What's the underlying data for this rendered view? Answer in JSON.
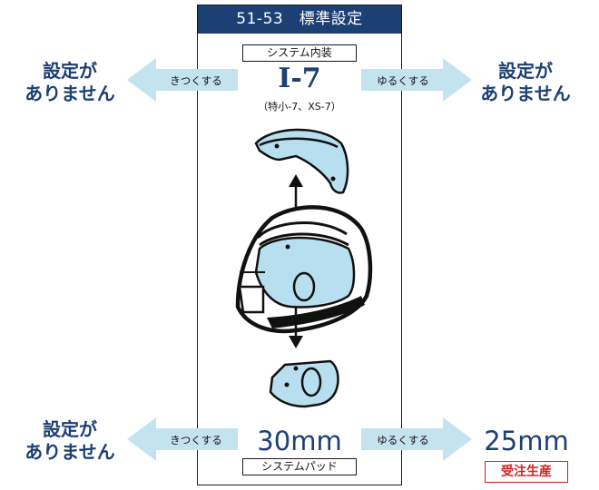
{
  "header": {
    "title": "51-53　標準設定"
  },
  "system_interior": {
    "label": "システム内装",
    "model": "I-7",
    "model_note": "（特小-7、XS-7）",
    "left_arrow_label": "きつくする",
    "right_arrow_label": "ゆるくする",
    "left_result": [
      "設定が",
      "ありません"
    ],
    "right_result": [
      "設定が",
      "ありません"
    ]
  },
  "system_pad": {
    "label": "システムパッド",
    "current": "30mm",
    "left_arrow_label": "きつくする",
    "right_arrow_label": "ゆるくする",
    "left_result": [
      "設定が",
      "ありません"
    ],
    "right_result": "25mm",
    "right_badge": "受注生産"
  },
  "colors": {
    "navy": "#1c3f74",
    "arrow_fill": "#c4e3f1",
    "part_fill": "#b7dff0",
    "badge_red": "#d42020"
  },
  "icons": [
    "tighten-arrow-icon",
    "loosen-arrow-icon",
    "helmet-icon",
    "interior-part-icon",
    "cheek-pad-icon",
    "up-arrow-icon",
    "down-arrow-icon"
  ]
}
